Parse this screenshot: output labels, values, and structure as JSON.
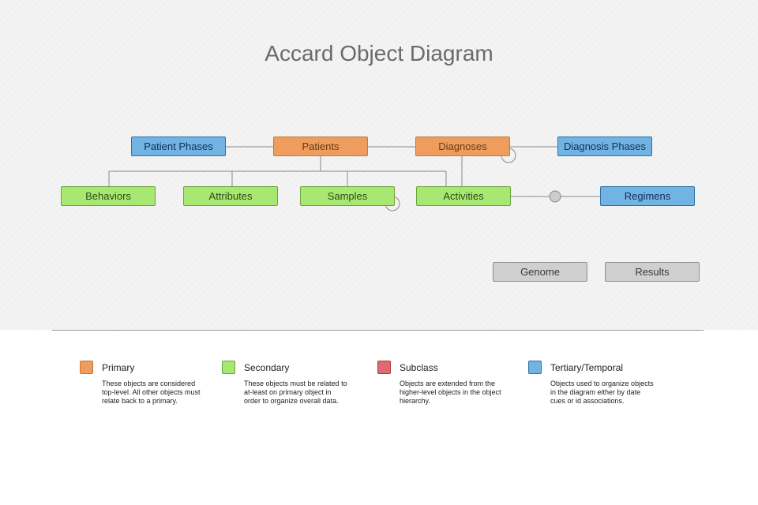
{
  "title": "Accard Object Diagram",
  "nodes": {
    "patient_phases": "Patient Phases",
    "patients": "Patients",
    "diagnoses": "Diagnoses",
    "diagnosis_phases": "Diagnosis Phases",
    "behaviors": "Behaviors",
    "attributes": "Attributes",
    "samples": "Samples",
    "activities": "Activities",
    "regimens": "Regimens",
    "genome": "Genome",
    "results": "Results"
  },
  "legend": [
    {
      "key": "primary",
      "title": "Primary",
      "description": "These objects are considered top-level. All other objects must relate back to a primary.",
      "color": "#ef9d5e"
    },
    {
      "key": "secondary",
      "title": "Secondary",
      "description": "These objects must be related to at-least on primary object in order to organize overall data.",
      "color": "#a8e872"
    },
    {
      "key": "subclass",
      "title": "Subclass",
      "description": "Objects are extended from the higher-level objects in the object hierarchy.",
      "color": "#e06a72"
    },
    {
      "key": "tertiary",
      "title": "Tertiary/Temporal",
      "description": "Objects used to organize objects in the diagram either by date cues or id associations.",
      "color": "#71b4e3"
    }
  ]
}
